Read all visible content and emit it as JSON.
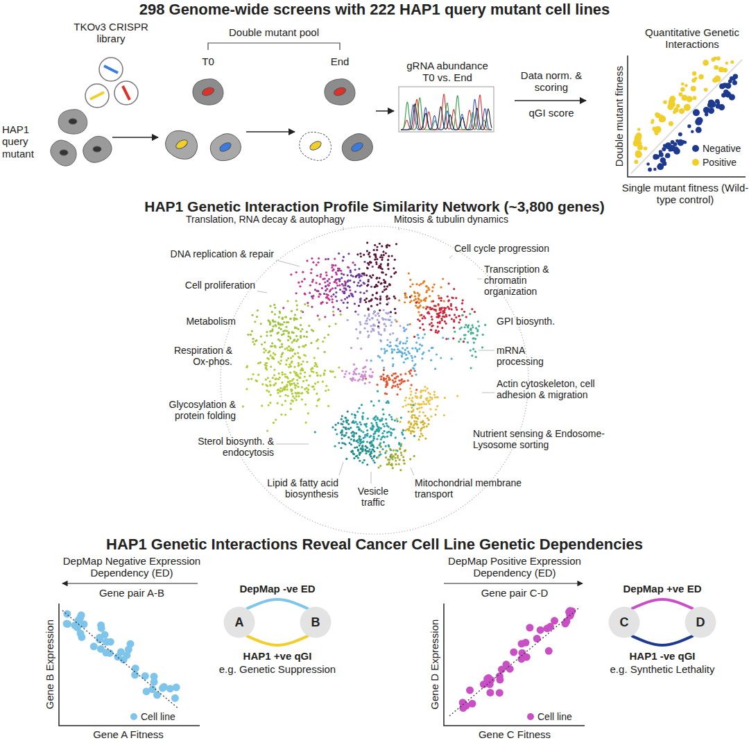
{
  "diagram": {
    "title": "298 Genome-wide screens with 222 HAP1 query mutant cell lines",
    "nodes": [
      {
        "text": [
          "A"
        ]
      },
      {
        "text": [
          "B"
        ]
      },
      {
        "text": [
          "C"
        ]
      },
      {
        "text": [
          "D"
        ]
      }
    ],
    "edges": [
      {
        "from": 0,
        "to": 1,
        "arrow": "none",
        "label": "DepMap -ve ED"
      },
      {
        "from": 0,
        "to": 1,
        "arrow": "none",
        "label": "HAP1 +ve qGI"
      },
      {
        "from": 2,
        "to": 3,
        "arrow": "none",
        "label": "DepMap +ve ED"
      },
      {
        "from": 2,
        "to": 3,
        "arrow": "none",
        "label": "HAP1 -ve qGI"
      }
    ],
    "labels": [
      "HAP1 query mutant",
      "TKOv3 CRISPR library",
      "Double mutant pool",
      "T0",
      "End",
      "gRNA abundance T0 vs. End",
      "Data norm. & scoring",
      "qGI score",
      "Quantitative Genetic Interactions",
      "Double mutant fitness",
      "Single mutant fitness (Wild-type control)",
      "HAP1 Genetic Interaction Profile Similarity Network (~3,800 genes)",
      "Translation, RNA decay & autophagy",
      "Mitosis & tubulin dynamics",
      "DNA replication & repair",
      "Cell cycle progression",
      "Transcription & chromatin organization",
      "Cell proliferation",
      "GPI biosynth.",
      "Metabolism",
      "mRNA processing",
      "Respiration & Ox-phos.",
      "Actin cytoskeleton, cell adhesion & migration",
      "Glycosylation & protein folding",
      "Nutrient sensing & Endosome-Lysosome sorting",
      "Sterol biosynth. & endocytosis",
      "Lipid & fatty acid biosynthesis",
      "Vesicle traffic",
      "Mitochondrial membrane transport",
      "HAP1 Genetic Interactions Reveal Cancer Cell Line Genetic Dependencies",
      "DepMap Negative Expression Dependency (ED)",
      "Gene pair A-B",
      "Gene B Expression",
      "Gene A Fitness",
      "e.g. Genetic Suppression",
      "DepMap Positive Expression Dependency (ED)",
      "Gene pair C-D",
      "Gene D Expression",
      "Gene C Fitness",
      "e.g. Synthetic Lethality"
    ],
    "legend": [
      {
        "text": "Negative",
        "color": "#1e3a8f"
      },
      {
        "text": "Positive",
        "color": "#f0cf2a"
      },
      {
        "text": "Cell line",
        "color": "#7fc4ea"
      },
      {
        "text": "Cell line",
        "color": "#c84fc4"
      }
    ]
  }
}
